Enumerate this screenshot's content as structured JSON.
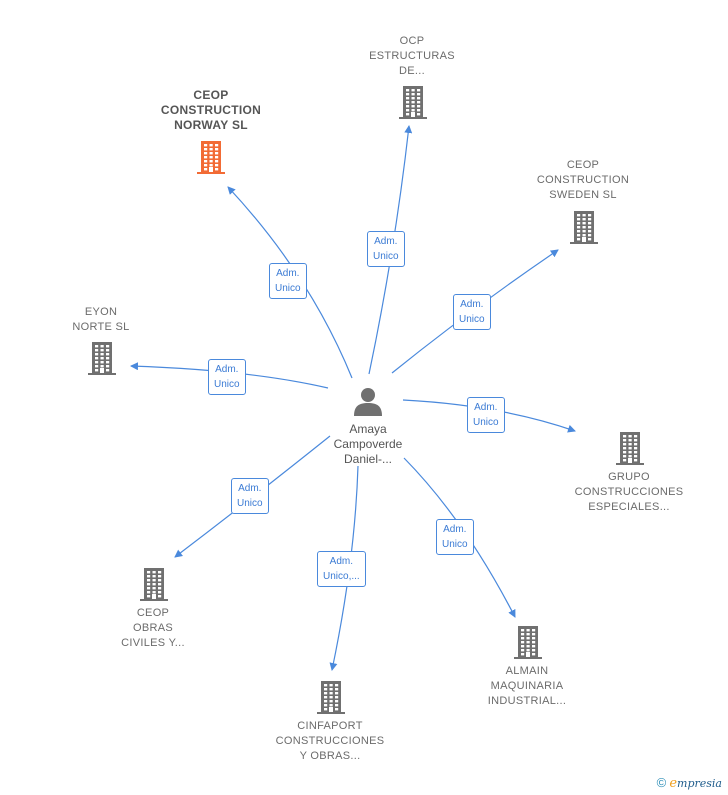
{
  "center": {
    "name_lines": [
      "Amaya",
      "Campoverde",
      "Daniel-..."
    ]
  },
  "nodes": [
    {
      "id": "ocp",
      "lines": [
        "OCP",
        "ESTRUCTURAS",
        "DE..."
      ],
      "main": false,
      "relation": [
        "Adm.",
        "Unico"
      ]
    },
    {
      "id": "ceop-norway",
      "lines": [
        "CEOP",
        "CONSTRUCTION",
        "NORWAY  SL"
      ],
      "main": true,
      "relation": [
        "Adm.",
        "Unico"
      ]
    },
    {
      "id": "ceop-sweden",
      "lines": [
        "CEOP",
        "CONSTRUCTION",
        "SWEDEN  SL"
      ],
      "main": false,
      "relation": [
        "Adm.",
        "Unico"
      ]
    },
    {
      "id": "eyon",
      "lines": [
        "EYON",
        "NORTE  SL"
      ],
      "main": false,
      "relation": [
        "Adm.",
        "Unico"
      ]
    },
    {
      "id": "grupo",
      "lines": [
        "GRUPO",
        "CONSTRUCCIONES",
        "ESPECIALES..."
      ],
      "main": false,
      "relation": [
        "Adm.",
        "Unico"
      ]
    },
    {
      "id": "ceop-obras",
      "lines": [
        "CEOP",
        "OBRAS",
        "CIVILES Y..."
      ],
      "main": false,
      "relation": [
        "Adm.",
        "Unico"
      ]
    },
    {
      "id": "cinfaport",
      "lines": [
        "CINFAPORT",
        "CONSTRUCCIONES",
        "Y OBRAS..."
      ],
      "main": false,
      "relation": [
        "Adm.",
        "Unico,..."
      ]
    },
    {
      "id": "almain",
      "lines": [
        "ALMAIN",
        "MAQUINARIA",
        "INDUSTRIAL..."
      ],
      "main": false,
      "relation": [
        "Adm.",
        "Unico"
      ]
    }
  ],
  "colors": {
    "edge": "#4a89dc",
    "building": "#707070",
    "building_main": "#f26b35"
  },
  "footer": {
    "copyright_symbol": "©",
    "brand_initial": "e",
    "brand_rest": "mpresia"
  }
}
